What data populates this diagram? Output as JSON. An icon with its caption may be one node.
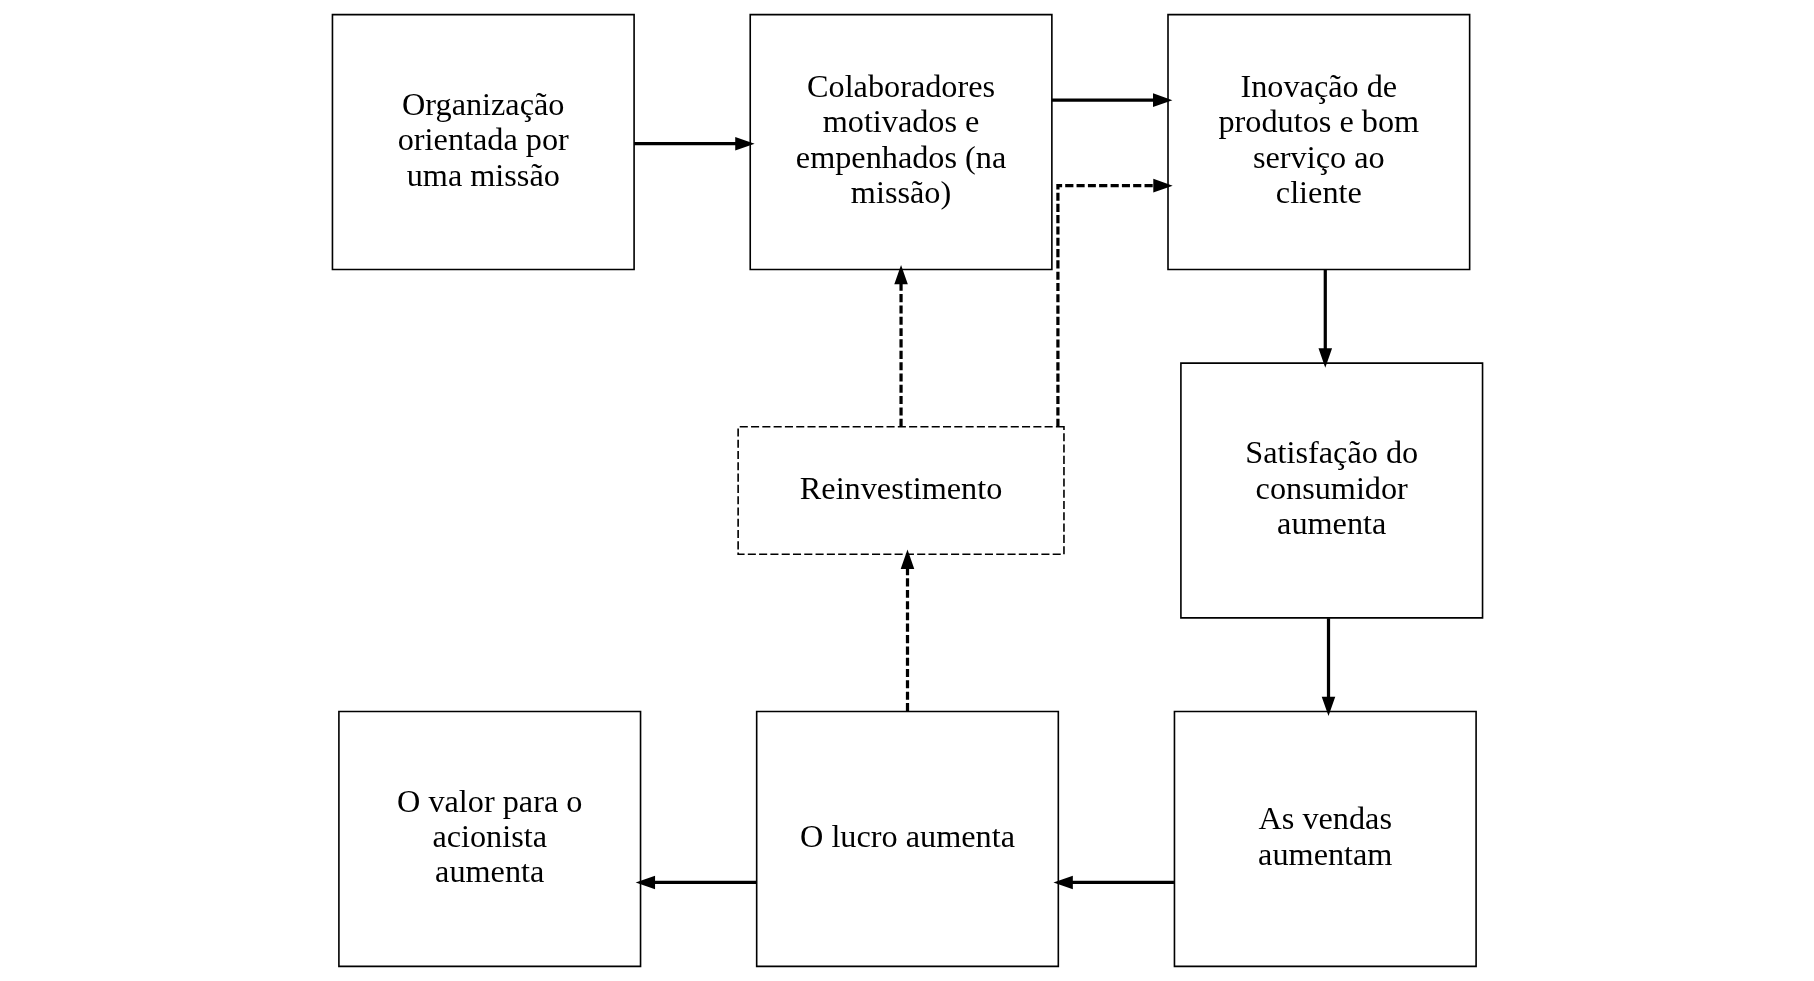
{
  "diagram": {
    "nodes": [
      {
        "text": [
          "Organização orientada por uma missão"
        ]
      },
      {
        "text": [
          "Colaboradores motivados e empenhados (na missão)"
        ]
      },
      {
        "text": [
          "Inovação de produtos e bom serviço ao cliente"
        ]
      },
      {
        "text": [
          "Satisfação do consumidor aumenta"
        ]
      },
      {
        "text": [
          "Reinvestimento"
        ]
      },
      {
        "text": [
          "O valor para o acionista aumenta"
        ]
      },
      {
        "text": [
          "O lucro aumenta"
        ]
      },
      {
        "text": [
          "As vendas aumentam"
        ]
      }
    ],
    "edges": [
      {
        "from": 0,
        "to": 1,
        "arrow": "to"
      },
      {
        "from": 1,
        "to": 2,
        "arrow": "to"
      },
      {
        "from": 2,
        "to": 3,
        "arrow": "to"
      },
      {
        "from": 3,
        "to": 7,
        "arrow": "to"
      },
      {
        "from": 7,
        "to": 6,
        "arrow": "to"
      },
      {
        "from": 6,
        "to": 5,
        "arrow": "to"
      },
      {
        "from": 6,
        "to": 4,
        "arrow": "to",
        "style": "dashed"
      },
      {
        "from": 4,
        "to": 1,
        "arrow": "to",
        "style": "dashed"
      },
      {
        "from": 4,
        "to": 2,
        "arrow": "to",
        "style": "dashed"
      }
    ]
  }
}
